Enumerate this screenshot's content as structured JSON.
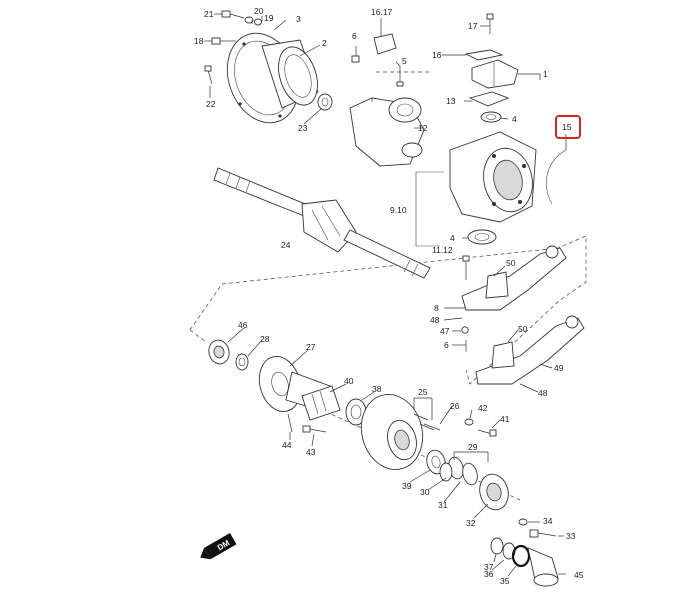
{
  "callouts": [
    {
      "id": "c1",
      "text": "1"
    },
    {
      "id": "c2",
      "text": "2"
    },
    {
      "id": "c3",
      "text": "3"
    },
    {
      "id": "c4a",
      "text": "4"
    },
    {
      "id": "c4b",
      "text": "4"
    },
    {
      "id": "c5",
      "text": "5"
    },
    {
      "id": "c6a",
      "text": "6"
    },
    {
      "id": "c6b",
      "text": "6"
    },
    {
      "id": "c8",
      "text": "8"
    },
    {
      "id": "c910",
      "text": "9.10"
    },
    {
      "id": "c1112",
      "text": "11.12"
    },
    {
      "id": "c12",
      "text": "12"
    },
    {
      "id": "c13",
      "text": "13"
    },
    {
      "id": "c15",
      "text": "15"
    },
    {
      "id": "c1617",
      "text": "16.17"
    },
    {
      "id": "c16",
      "text": "16"
    },
    {
      "id": "c17",
      "text": "17"
    },
    {
      "id": "c18",
      "text": "18"
    },
    {
      "id": "c19",
      "text": "19"
    },
    {
      "id": "c20",
      "text": "20"
    },
    {
      "id": "c21",
      "text": "21"
    },
    {
      "id": "c22",
      "text": "22"
    },
    {
      "id": "c23",
      "text": "23"
    },
    {
      "id": "c24",
      "text": "24"
    },
    {
      "id": "c25",
      "text": "25"
    },
    {
      "id": "c26",
      "text": "26"
    },
    {
      "id": "c27",
      "text": "27"
    },
    {
      "id": "c28",
      "text": "28"
    },
    {
      "id": "c29",
      "text": "29"
    },
    {
      "id": "c30",
      "text": "30"
    },
    {
      "id": "c31",
      "text": "31"
    },
    {
      "id": "c32",
      "text": "32"
    },
    {
      "id": "c33",
      "text": "33"
    },
    {
      "id": "c34",
      "text": "34"
    },
    {
      "id": "c35",
      "text": "35"
    },
    {
      "id": "c36",
      "text": "36"
    },
    {
      "id": "c37",
      "text": "37"
    },
    {
      "id": "c38",
      "text": "38"
    },
    {
      "id": "c39",
      "text": "39"
    },
    {
      "id": "c40",
      "text": "40"
    },
    {
      "id": "c41",
      "text": "41"
    },
    {
      "id": "c42",
      "text": "42"
    },
    {
      "id": "c43",
      "text": "43"
    },
    {
      "id": "c44",
      "text": "44"
    },
    {
      "id": "c45",
      "text": "45"
    },
    {
      "id": "c46",
      "text": "46"
    },
    {
      "id": "c47",
      "text": "47"
    },
    {
      "id": "c48a",
      "text": "48"
    },
    {
      "id": "c48b",
      "text": "48"
    },
    {
      "id": "c49",
      "text": "49"
    },
    {
      "id": "c50a",
      "text": "50"
    },
    {
      "id": "c50b",
      "text": "50"
    }
  ],
  "highlight": {
    "label": "15",
    "color": "#d61f26"
  },
  "direction_marker": {
    "text": "DM"
  }
}
